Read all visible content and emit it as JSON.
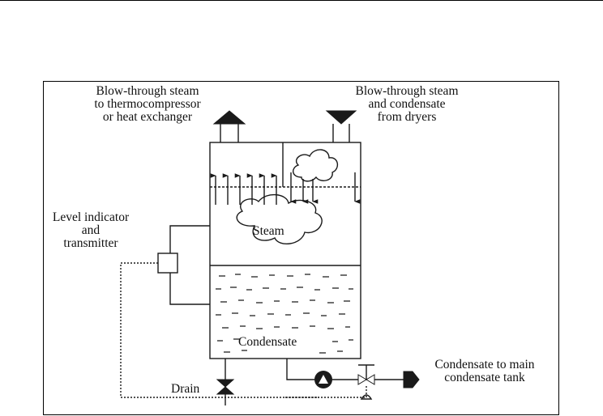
{
  "labels": {
    "outlet_top": [
      "Blow-through steam",
      "to thermocompressor",
      "or heat exchanger"
    ],
    "inlet_top": [
      "Blow-through steam",
      "and condensate",
      "from dryers"
    ],
    "level": [
      "Level indicator",
      "and",
      "transmitter"
    ],
    "steam": "Steam",
    "condensate": "Condensate",
    "drain": "Drain",
    "outlet_main": [
      "Condensate to main",
      "condensate tank"
    ]
  },
  "colors": {
    "line": "#1a1a1a",
    "text": "#111111",
    "background": "#ffffff"
  }
}
